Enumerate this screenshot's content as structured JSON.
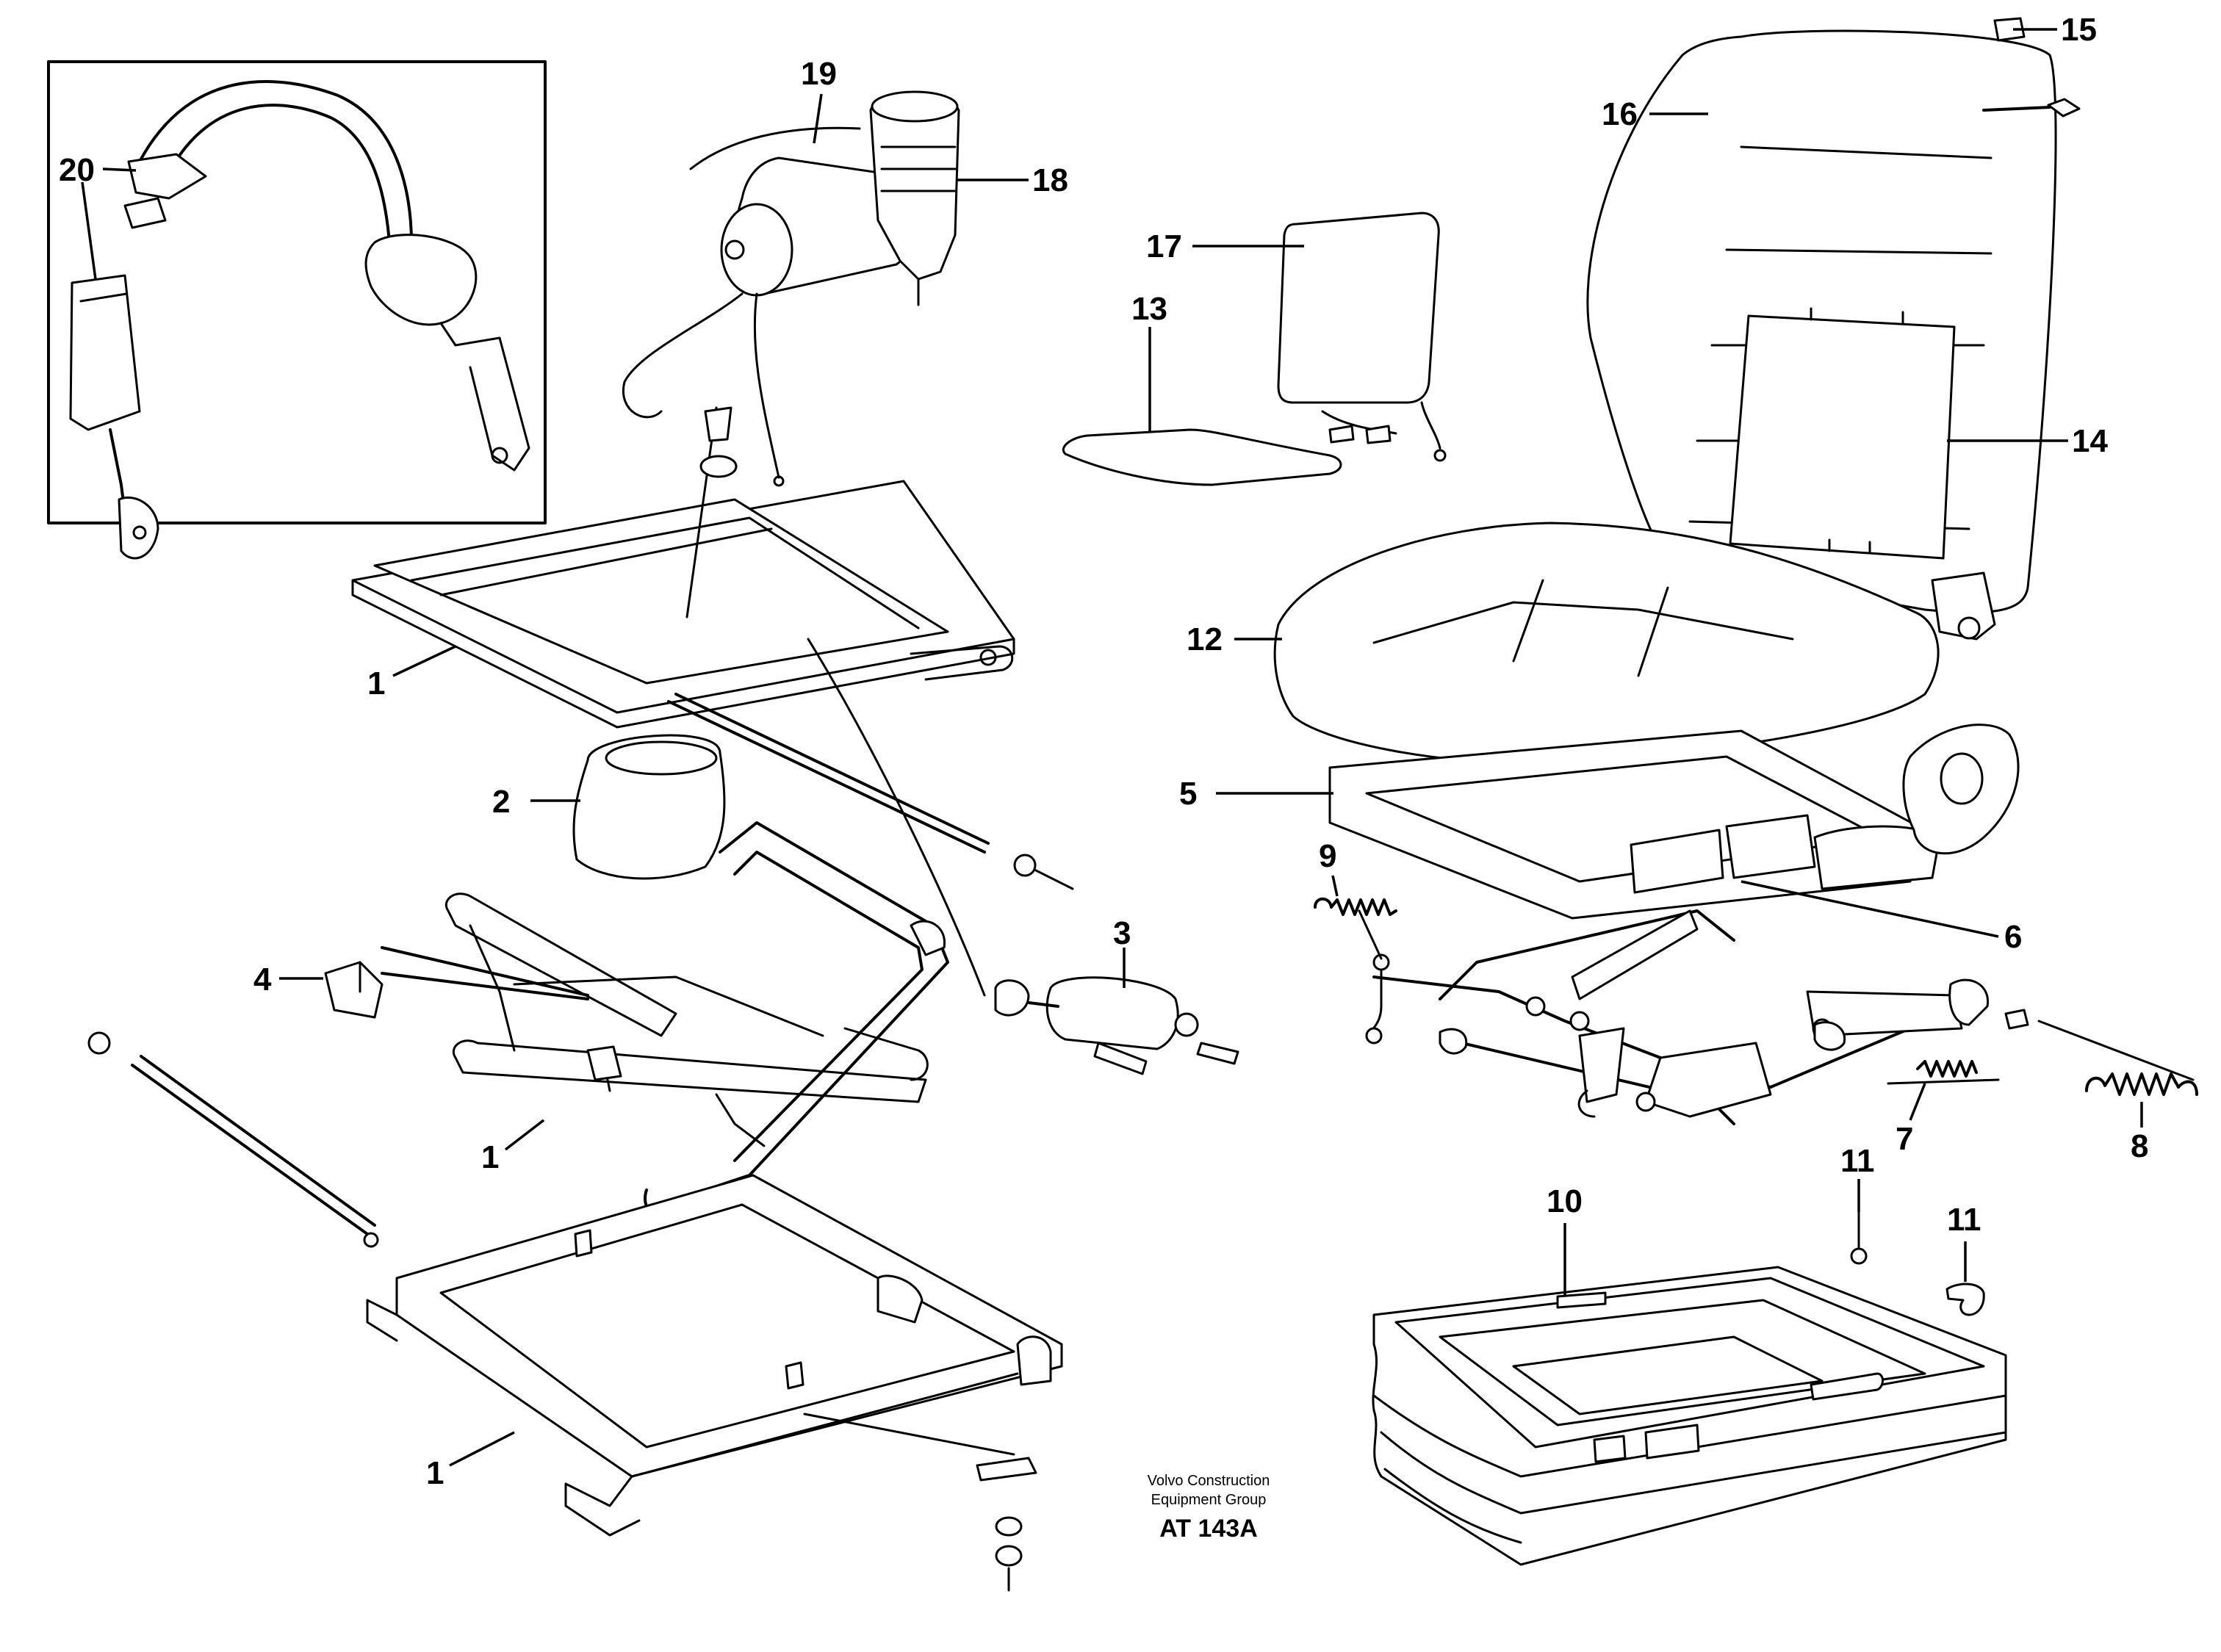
{
  "diagram": {
    "callouts": [
      {
        "id": "1a",
        "label": "1"
      },
      {
        "id": "1b",
        "label": "1"
      },
      {
        "id": "1c",
        "label": "1"
      },
      {
        "id": "2",
        "label": "2"
      },
      {
        "id": "3",
        "label": "3"
      },
      {
        "id": "4",
        "label": "4"
      },
      {
        "id": "5",
        "label": "5"
      },
      {
        "id": "6",
        "label": "6"
      },
      {
        "id": "7",
        "label": "7"
      },
      {
        "id": "8",
        "label": "8"
      },
      {
        "id": "9",
        "label": "9"
      },
      {
        "id": "10",
        "label": "10"
      },
      {
        "id": "11a",
        "label": "11"
      },
      {
        "id": "11b",
        "label": "11"
      },
      {
        "id": "12",
        "label": "12"
      },
      {
        "id": "13",
        "label": "13"
      },
      {
        "id": "14",
        "label": "14"
      },
      {
        "id": "15",
        "label": "15"
      },
      {
        "id": "16",
        "label": "16"
      },
      {
        "id": "17",
        "label": "17"
      },
      {
        "id": "18",
        "label": "18"
      },
      {
        "id": "19",
        "label": "19"
      },
      {
        "id": "20",
        "label": "20"
      }
    ],
    "footer": {
      "publisher_line1": "Volvo Construction",
      "publisher_line2": "Equipment Group",
      "drawing_code": "AT 143A"
    }
  }
}
